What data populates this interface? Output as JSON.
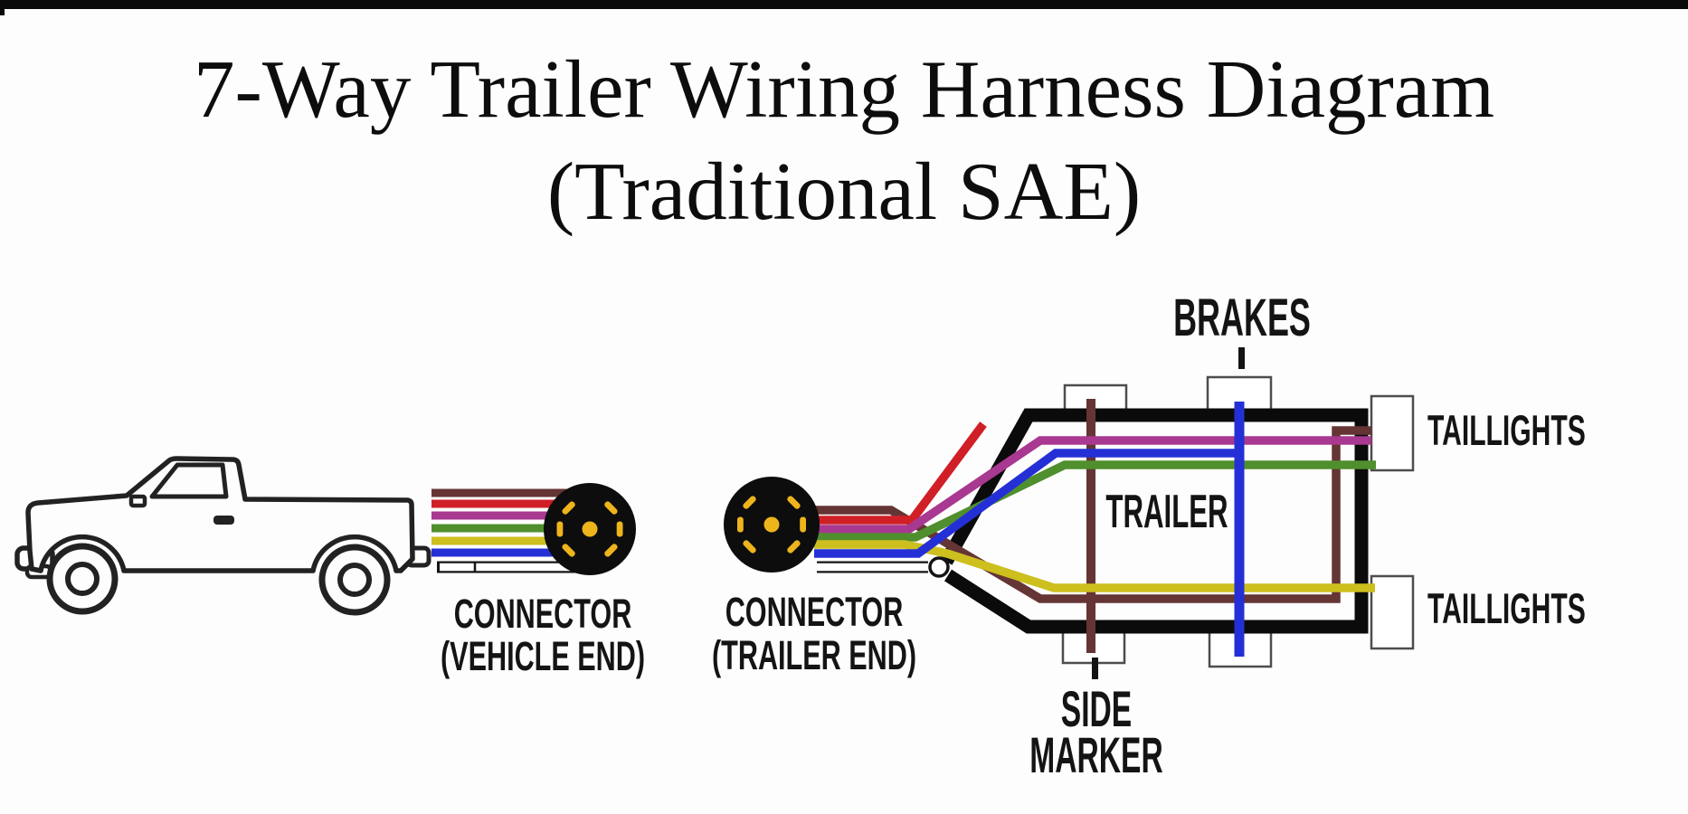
{
  "page": {
    "background": "#fdfdfd",
    "letterbox_color": "#0a0a0a",
    "label_color": "#141414"
  },
  "title": {
    "line1": "7-Way Trailer Wiring Harness Diagram",
    "line2": "(Traditional SAE)"
  },
  "labels": {
    "connector_vehicle": {
      "line1": "CONNECTOR",
      "line2": "(VEHICLE END)"
    },
    "connector_trailer": {
      "line1": "CONNECTOR",
      "line2": "(TRAILER END)"
    },
    "brakes": "BRAKES",
    "trailer": "TRAILER",
    "taillights_top": "TAILLIGHTS",
    "taillights_bottom": "TAILLIGHTS",
    "side_marker": {
      "line1": "SIDE",
      "line2": "MARKER"
    }
  },
  "wire_colors": {
    "brown": "#653434",
    "red": "#d01f26",
    "purple": "#a83890",
    "green": "#4f8f2d",
    "yellow": "#cdbf1e",
    "blue": "#2430d6",
    "white": "#ffffff",
    "white_casing": "#141414"
  },
  "connector": {
    "body_color": "#0d0d0d",
    "pin_color": "#edb41c"
  },
  "trailer": {
    "frame_color": "#0b0b0b",
    "lamp_box_fill": "#ffffff",
    "lamp_box_border": "#4d4d4d"
  },
  "truck": {
    "outline_color": "#222222",
    "body_fill": "#fdfdfd"
  }
}
